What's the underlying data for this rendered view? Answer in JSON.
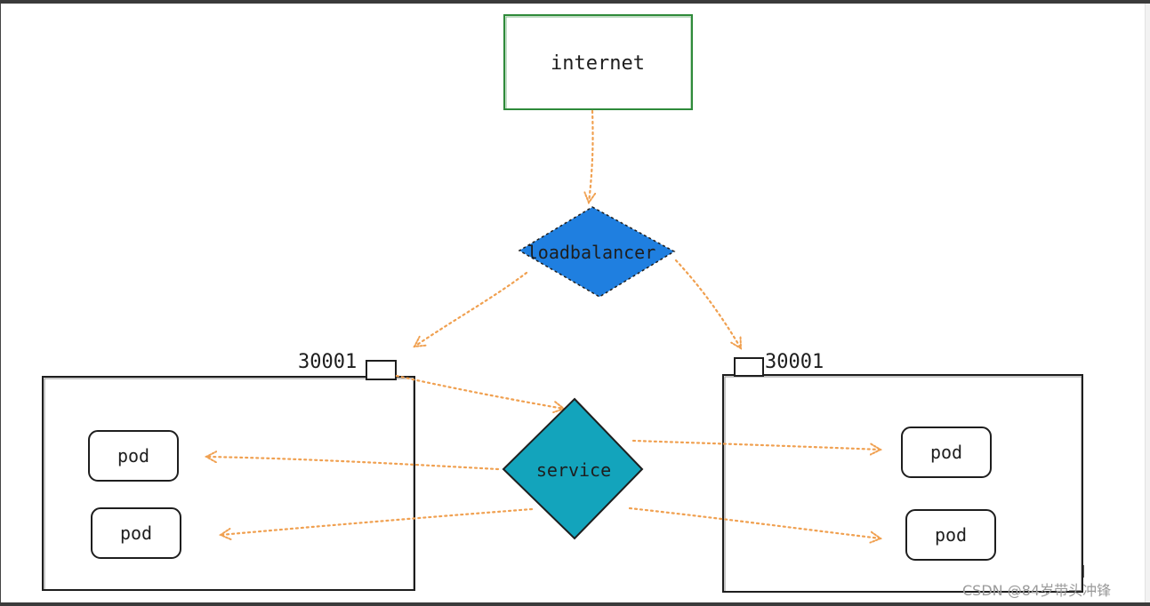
{
  "nodes": {
    "internet": "internet",
    "loadbalancer": "loadbalancer",
    "service": "service",
    "port_left": "30001",
    "port_right": "30001",
    "pods_left": [
      "pod",
      "pod"
    ],
    "pods_right": [
      "pod",
      "pod"
    ]
  },
  "watermark": "CSDN @84岁带头冲锋",
  "colors": {
    "internet_border": "#2f8a3a",
    "loadbalancer_fill": "#1f7fe0",
    "service_fill": "#13a4bc",
    "arrow": "#f0a050",
    "stroke": "#1e1e1e"
  }
}
